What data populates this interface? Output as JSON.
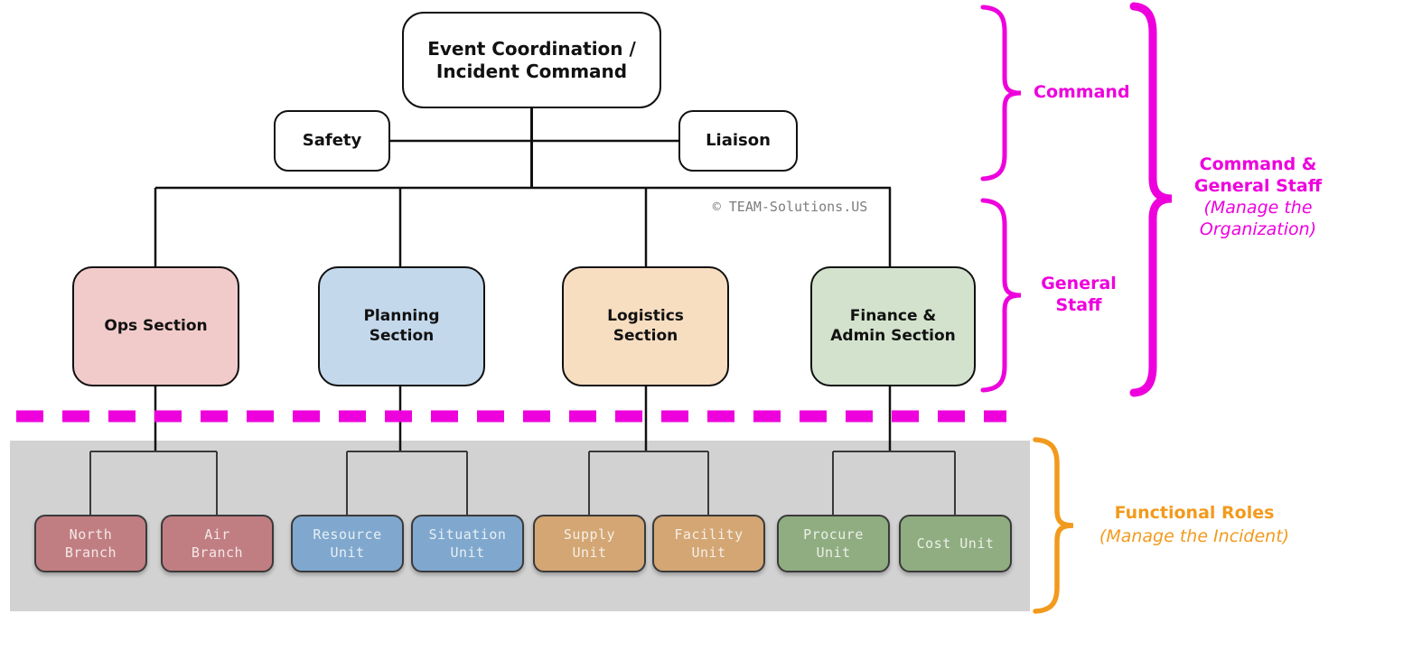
{
  "chart": {
    "root": {
      "label": "Event Coordination /\nIncident Command"
    },
    "command_staff": [
      {
        "label": "Safety"
      },
      {
        "label": "Liaison"
      }
    ],
    "sections": [
      {
        "label": "Ops Section"
      },
      {
        "label": "Planning\nSection"
      },
      {
        "label": "Logistics\nSection"
      },
      {
        "label": "Finance &\nAdmin Section"
      }
    ],
    "units": [
      {
        "label": "North\nBranch"
      },
      {
        "label": "Air\nBranch"
      },
      {
        "label": "Resource\nUnit"
      },
      {
        "label": "Situation\nUnit"
      },
      {
        "label": "Supply\nUnit"
      },
      {
        "label": "Facility\nUnit"
      },
      {
        "label": "Procure\nUnit"
      },
      {
        "label": "Cost Unit"
      }
    ]
  },
  "annotations": {
    "command": "Command",
    "general_staff": "General\nStaff",
    "cg_title": "Command &\nGeneral Staff",
    "cg_sub": "(Manage the\nOrganization)",
    "functional_title": "Functional Roles",
    "functional_sub": "(Manage the Incident)",
    "copyright": "© TEAM-Solutions.US"
  },
  "colors": {
    "magenta": "#ee00dd",
    "orange": "#f29a1d",
    "line": "#111111",
    "unitline": "#3a3a3a",
    "panel": "#d2d2d2",
    "copyright": "#7d7d7d",
    "ops": "#f1cbca",
    "planning": "#c4d8ec",
    "logistics": "#f8dec1",
    "finance": "#d3e2cd",
    "branchred": "#c17e82",
    "unitblue": "#80a8ce",
    "unittan": "#d3a674",
    "unitgreen": "#90ad81"
  }
}
